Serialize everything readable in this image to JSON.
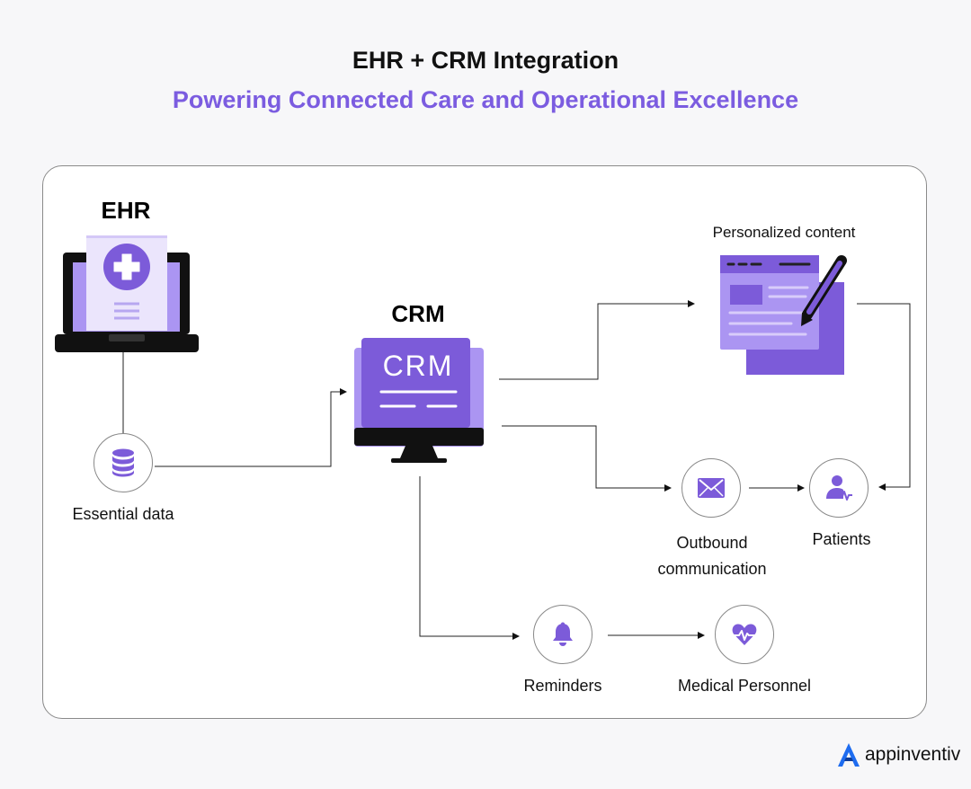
{
  "header": {
    "title": "EHR + CRM Integration",
    "subtitle": "Powering Connected Care and Operational Excellence"
  },
  "nodes": {
    "ehr": "EHR",
    "crm": "CRM",
    "crm_screen_text": "CRM",
    "essential_data": "Essential data",
    "personalized_content": "Personalized content",
    "outbound_line1": "Outbound",
    "outbound_line2": "communication",
    "patients": "Patients",
    "reminders": "Reminders",
    "medical_personnel": "Medical Personnel"
  },
  "brand": {
    "name": "appinventiv"
  },
  "colors": {
    "accent": "#7b5ce0",
    "icon_purple": "#7c5bd9",
    "light_purple": "#ab95f2",
    "pale_purple": "#ebe5fc",
    "brand_blue": "#1e6cf0"
  },
  "icons": [
    "medical-cross-icon",
    "database-icon",
    "envelope-icon",
    "patient-icon",
    "bell-icon",
    "heart-pulse-icon",
    "pen-icon"
  ]
}
